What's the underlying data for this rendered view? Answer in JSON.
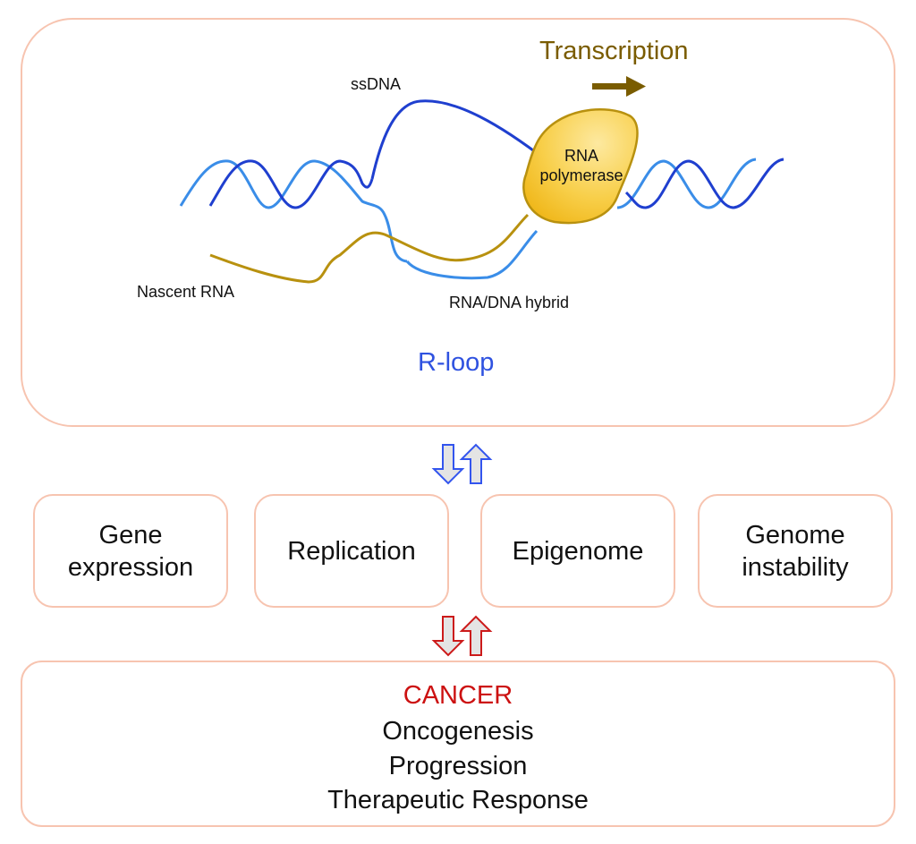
{
  "rloop_panel": {
    "title": "R-loop",
    "transcription_label": "Transcription",
    "ssdna_label": "ssDNA",
    "polymerase_label_line1": "RNA",
    "polymerase_label_line2": "polymerase",
    "nascent_rna_label": "Nascent RNA",
    "hybrid_label": "RNA/DNA hybrid"
  },
  "processes": [
    {
      "line1": "Gene",
      "line2": "expression"
    },
    {
      "line1": "Replication",
      "line2": ""
    },
    {
      "line1": "Epigenome",
      "line2": ""
    },
    {
      "line1": "Genome",
      "line2": "instability"
    }
  ],
  "outcome_panel": {
    "title": "CANCER",
    "items": [
      "Oncogenesis",
      "Progression",
      "Therapeutic Response"
    ]
  },
  "colors": {
    "box_border": "#f7c4b0",
    "rloop_title": "#2f52e0",
    "transcription": "#7a5c00",
    "rna_strand": "#b8910f",
    "dna_dark": "#1f3fcf",
    "dna_light": "#3a8de8",
    "polymerase_fill": "#f5c332",
    "cancer_title": "#cc1111",
    "arrow_blue": "#3355ee",
    "arrow_red": "#cc1a1a"
  }
}
